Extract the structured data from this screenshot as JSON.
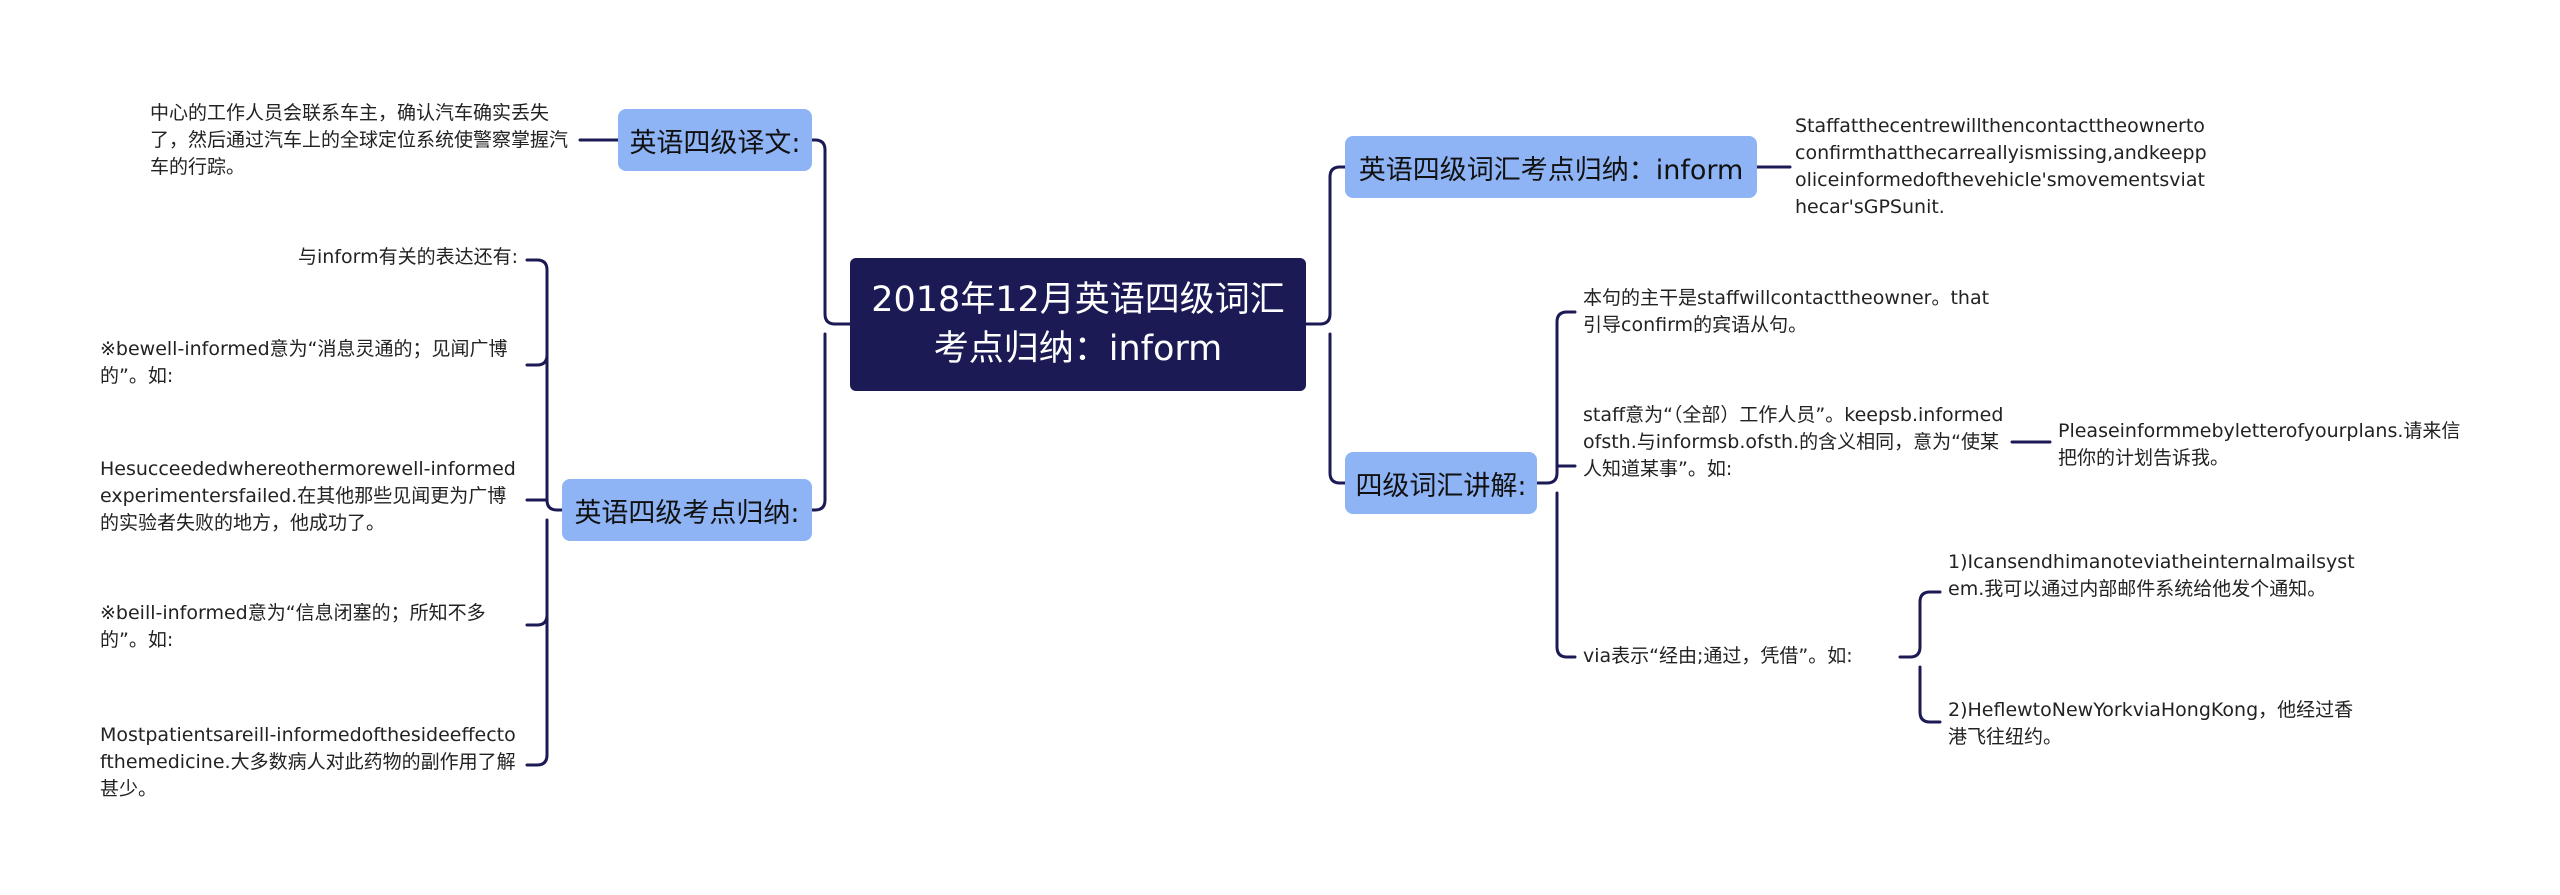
{
  "root": {
    "label": "2018年12月英语四级词汇考点归纳：inform"
  },
  "left": {
    "translation": {
      "label": "英语四级译文:",
      "text": "中心的工作人员会联系车主，确认汽车确实丢失了，然后通过汽车上的全球定位系统使警察掌握汽车的行踪。"
    },
    "points": {
      "label": "英语四级考点归纳:",
      "items": [
        "与inform有关的表达还有:",
        "※bewell-informed意为“消息灵通的；见闻广博的”。如:",
        "Hesucceededwhereothermorewell-informedexperimentersfailed.在其他那些见闻更为广博的实验者失败的地方，他成功了。",
        "※beill-informed意为“信息闭塞的；所知不多的”。如:",
        "Mostpatientsareill-informedofthesideeffectofthemedicine.大多数病人对此药物的副作用了解甚少。"
      ]
    }
  },
  "right": {
    "vocab": {
      "label": "英语四级词汇考点归纳：inform",
      "text": "Staffatthecentrewillthencontacttheownertoconfirmthatthecarreallyismissing,andkeeppoliceinformedofthevehicle'smovementsviathecar'sGPSunit."
    },
    "explain": {
      "label": "四级词汇讲解:",
      "subject": "本句的主干是staffwillcontacttheowner。that引导confirm的宾语从句。",
      "staff": "staff意为“（全部）工作人员”。keepsb.informedofsth.与informsb.ofsth.的含义相同，意为“使某人知道某事”。如:",
      "staff_example": "Pleaseinformmebyletterofyourplans.请来信把你的计划告诉我。",
      "via": "via表示“经由;通过，凭借”。如:",
      "via_examples": [
        "1)Icansendhimanoteviatheinternalmailsystem.我可以通过内部邮件系统给他发个通知。",
        "2)HeflewtoNewYorkviaHongKong，他经过香港飞往纽约。"
      ]
    }
  }
}
